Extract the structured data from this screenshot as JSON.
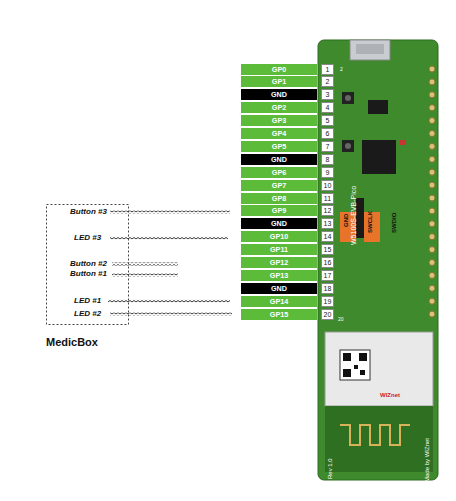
{
  "diagram": {
    "nodes": [
      {
        "text": [
          "MedicBox"
        ]
      },
      {
        "text": [
          "GP0"
        ]
      },
      {
        "text": [
          "GP1"
        ]
      },
      {
        "text": [
          "GND"
        ]
      },
      {
        "text": [
          "GP2"
        ]
      },
      {
        "text": [
          "GP3"
        ]
      },
      {
        "text": [
          "GP4"
        ]
      },
      {
        "text": [
          "GP5"
        ]
      },
      {
        "text": [
          "GND"
        ]
      },
      {
        "text": [
          "GP6"
        ]
      },
      {
        "text": [
          "GP7"
        ]
      },
      {
        "text": [
          "GP8"
        ]
      },
      {
        "text": [
          "GP9"
        ]
      },
      {
        "text": [
          "GND"
        ]
      },
      {
        "text": [
          "GP10"
        ]
      },
      {
        "text": [
          "GP11"
        ]
      },
      {
        "text": [
          "GP12"
        ]
      },
      {
        "text": [
          "GP13"
        ]
      },
      {
        "text": [
          "GND"
        ]
      },
      {
        "text": [
          "GP14"
        ]
      },
      {
        "text": [
          "GP15"
        ]
      }
    ],
    "edges": [],
    "labels": [
      "1",
      "2",
      "3",
      "4",
      "5",
      "6",
      "7",
      "8",
      "9",
      "10",
      "11",
      "12",
      "13",
      "14",
      "15",
      "16",
      "17",
      "18",
      "19",
      "20",
      "Button #3",
      "LED #3",
      "Button #2",
      "Button #1",
      "LED #1",
      "LED #2",
      "W5100S-EVB-Pico",
      "GND",
      "SWCLK",
      "SWDIO",
      "Rev 1.0",
      "Made by WIZnet",
      "WIZnet",
      "2",
      "20"
    ]
  }
}
